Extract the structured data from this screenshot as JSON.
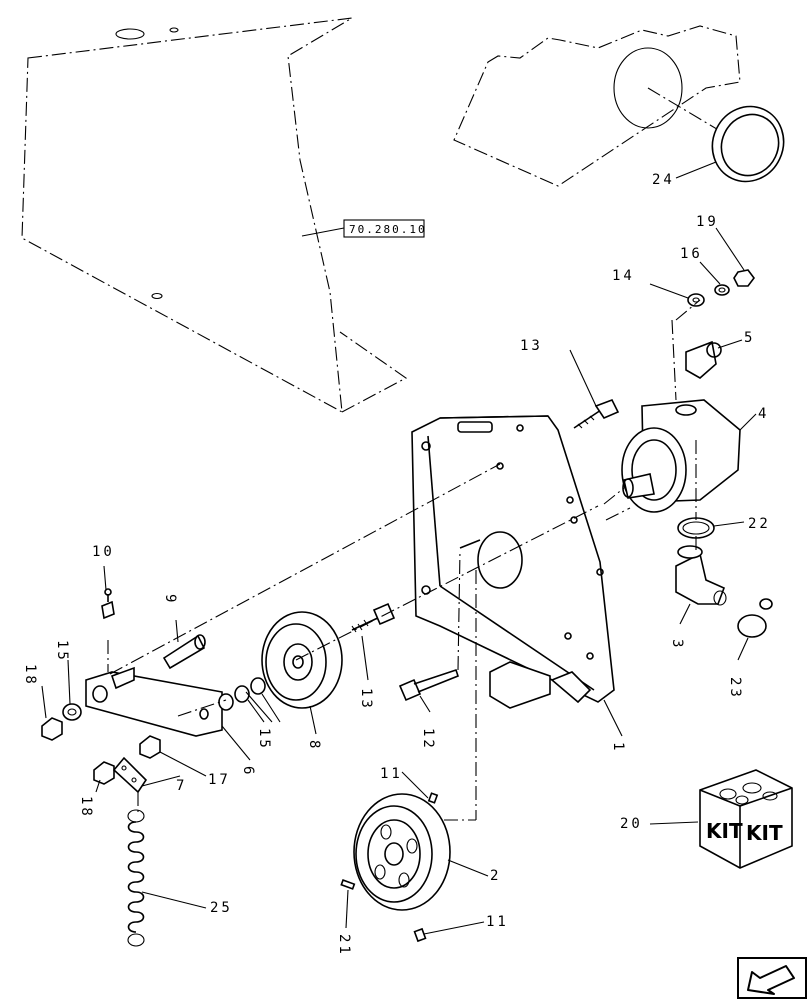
{
  "reference_label": "70.280.10",
  "kit_label": "KIT",
  "callouts": {
    "c1": "1",
    "c2": "2",
    "c3": "3",
    "c4": "4",
    "c5": "5",
    "c6": "6",
    "c7": "7",
    "c8": "8",
    "c9": "9",
    "c10": "10",
    "c11a": "11",
    "c11b": "11",
    "c12": "12",
    "c13a": "13",
    "c13b": "13",
    "c14": "14",
    "c15a": "15",
    "c15b": "15",
    "c16": "16",
    "c17": "17",
    "c18a": "18",
    "c18b": "18",
    "c19": "19",
    "c20": "20",
    "c21": "21",
    "c22": "22",
    "c23": "23",
    "c24": "24",
    "c25": "25"
  },
  "nav": {
    "icon": "previous-page-arrow-icon"
  }
}
